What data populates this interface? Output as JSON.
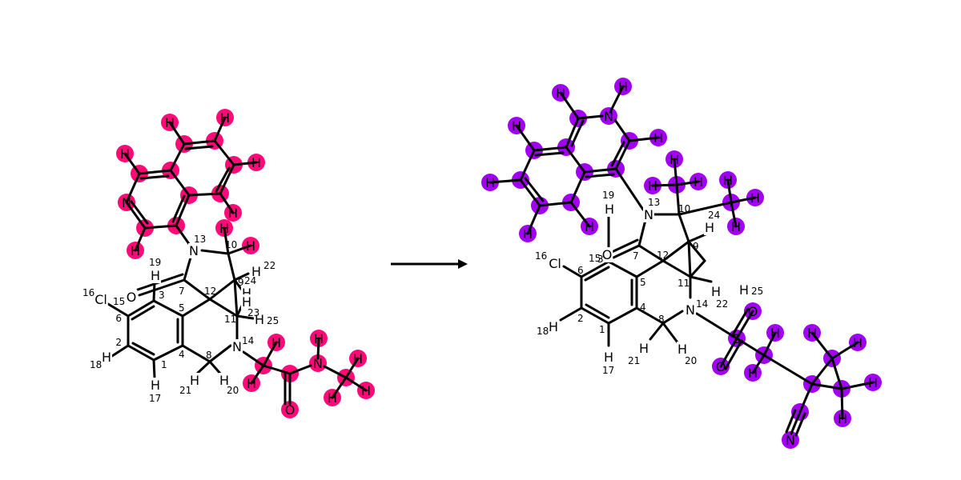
{
  "colors": {
    "reactant_highlight": "#ff0a78",
    "product_highlight": "#a100f2",
    "bond": "#000000",
    "label": "#000000"
  },
  "arrow": {
    "semantic": "reaction-arrow"
  },
  "reactant": {
    "atom_labels": {
      "N13": "N",
      "O_carbonyl": "O",
      "Cl16": "Cl",
      "N14": "N",
      "H19": "H",
      "H18": "H",
      "H17": "H",
      "H21": "H",
      "H20": "H",
      "H22": "H",
      "H23": "H",
      "H24": "H",
      "H25": "H",
      "O_amide": "O",
      "N_amide": "N"
    },
    "highlight_labels": {
      "qn_H_top1": "H",
      "qn_H_top2": "H",
      "qn_H_right": "H",
      "qn_H_left": "H",
      "qn_N": "N",
      "qn_H_bottom": "H",
      "qn_H_r2": "H",
      "c10_H1": "H",
      "c10_H2": "H",
      "ch2_H1": "H",
      "ch2_H2": "H",
      "nh_H": "H",
      "me_H1": "H",
      "me_H2": "H",
      "me_H3": "H"
    },
    "indices": {
      "i1": "1",
      "i2": "2",
      "i3": "3",
      "i4": "4",
      "i5": "5",
      "i6": "6",
      "i7": "7",
      "i8": "8",
      "i9": "9",
      "i10": "10",
      "i11": "11",
      "i12": "12",
      "i13": "13",
      "i14": "14",
      "i15": "15",
      "i16": "16",
      "i17": "17",
      "i18": "18",
      "i19": "19",
      "i20": "20",
      "i21": "21",
      "i22": "22",
      "i23": "23",
      "i24": "24",
      "i25": "25"
    }
  },
  "product": {
    "atom_labels": {
      "N13": "N",
      "O_carbonyl": "O",
      "Cl16": "Cl",
      "N14": "N",
      "H19": "H",
      "H18": "H",
      "H17": "H",
      "H21": "H",
      "H20": "H",
      "H22": "H",
      "H25": "H",
      "H24b": "H"
    },
    "highlight_labels": {
      "qn_H1": "H",
      "qn_N": "N",
      "qn_H_n": "H",
      "qn_H3": "H",
      "qn_H_left1": "H",
      "qn_H_left2": "H",
      "qn_H_left3": "H",
      "qn_H_bot": "H",
      "me_H_top": "H",
      "me_H_left": "H",
      "me_H_right": "H",
      "me2_H1": "H",
      "me2_H2": "H",
      "me2_H3": "H",
      "S": "S",
      "O1": "O",
      "O2": "O",
      "ch2_H1": "H",
      "ch2_H2": "H",
      "cp_H1": "H",
      "cp_H2": "H",
      "cp_H3": "H",
      "cp_H4": "H",
      "CN_N": "N"
    },
    "indices": {
      "i1": "1",
      "i2": "2",
      "i3": "3",
      "i4": "4",
      "i5": "5",
      "i6": "6",
      "i7": "7",
      "i8": "8",
      "i9": "9",
      "i10": "10",
      "i11": "11",
      "i12": "12",
      "i13": "13",
      "i14": "14",
      "i15": "15",
      "i16": "16",
      "i17": "17",
      "i18": "18",
      "i19": "19",
      "i20": "20",
      "i21": "21",
      "i22": "22",
      "i24": "24",
      "i25": "25"
    }
  }
}
